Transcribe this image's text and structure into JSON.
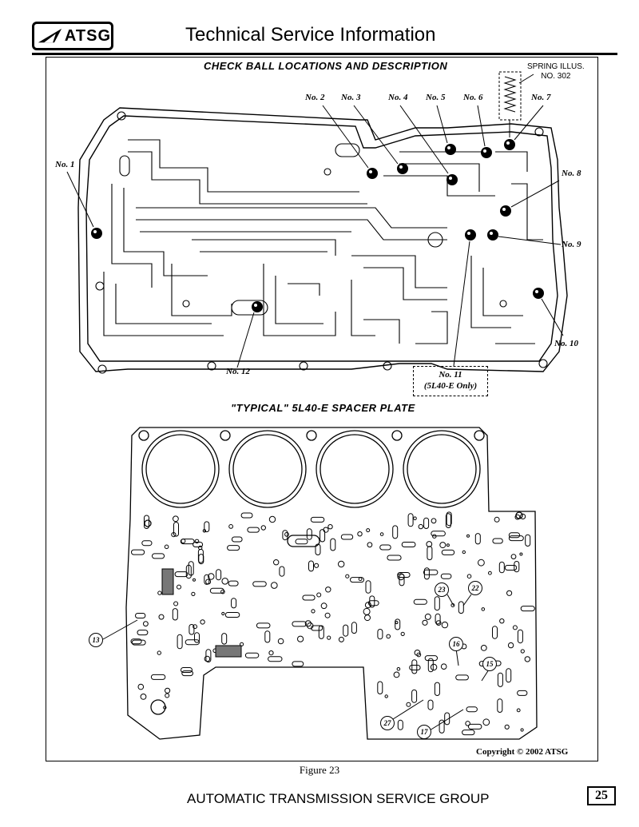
{
  "header": {
    "logo_text": "ATSG",
    "title": "Technical Service Information"
  },
  "sections": {
    "check_ball_title": "CHECK BALL LOCATIONS AND DESCRIPTION",
    "spacer_plate_title": "\"TYPICAL\" 5L40-E SPACER PLATE"
  },
  "spring_label": {
    "line1": "SPRING ILLUS.",
    "line2": "NO. 302"
  },
  "check_balls": [
    {
      "label": "No. 1"
    },
    {
      "label": "No. 2"
    },
    {
      "label": "No. 3"
    },
    {
      "label": "No. 4"
    },
    {
      "label": "No. 5"
    },
    {
      "label": "No. 6"
    },
    {
      "label": "No. 7"
    },
    {
      "label": "No. 8"
    },
    {
      "label": "No. 9"
    },
    {
      "label": "No. 10"
    },
    {
      "label": "No. 12"
    }
  ],
  "note_11": {
    "line1": "No. 11",
    "line2": "(5L40-E Only)"
  },
  "spacer_callouts": [
    "13",
    "15",
    "16",
    "17",
    "22",
    "23",
    "27"
  ],
  "copyright": "Copyright © 2002 ATSG",
  "figure_caption": "Figure 23",
  "footer": "AUTOMATIC TRANSMISSION SERVICE GROUP",
  "page_number": "25"
}
